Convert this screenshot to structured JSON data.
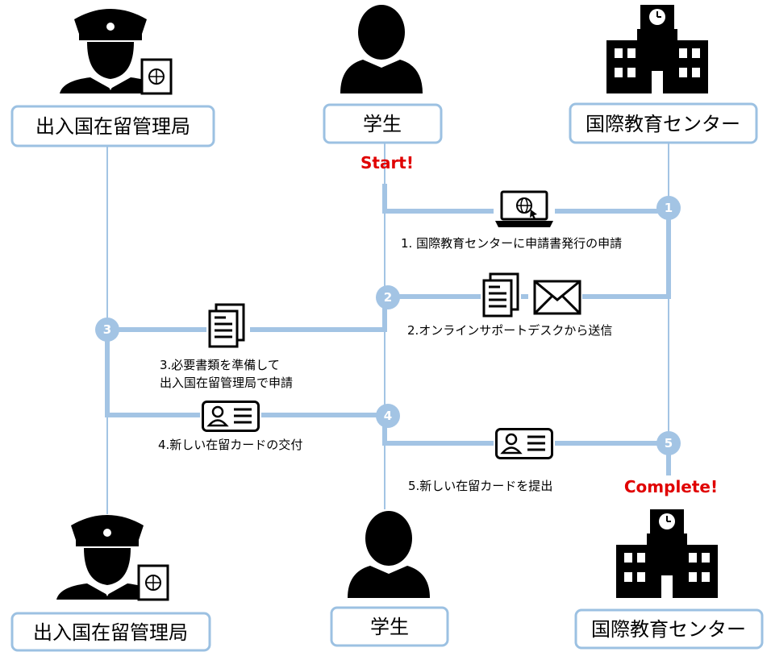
{
  "actors": {
    "immigration": "出入国在留管理局",
    "student": "学生",
    "center": "国際教育センター"
  },
  "callouts": {
    "start": "Start!",
    "complete": "Complete!"
  },
  "steps": [
    {
      "number": "1",
      "text": "1. 国際教育センターに申請書発行の申請"
    },
    {
      "number": "2",
      "text": "2.オンラインサポートデスクから送信"
    },
    {
      "number": "3",
      "line1": "3.必要書類を準備して",
      "line2": "出入国在留管理局で申請"
    },
    {
      "number": "4",
      "text": "4.新しい在留カードの交付"
    },
    {
      "number": "5",
      "text": "5.新しい在留カードを提出"
    }
  ],
  "colors": {
    "flow_line": "#a3c4e4",
    "box_border": "#9cc1e2",
    "callout": "#e00000",
    "icon": "#000000"
  },
  "icons": [
    "officer-icon",
    "passport-icon",
    "student-icon",
    "school-building-icon",
    "laptop-globe-icon",
    "document-icon",
    "envelope-icon",
    "id-card-icon"
  ]
}
